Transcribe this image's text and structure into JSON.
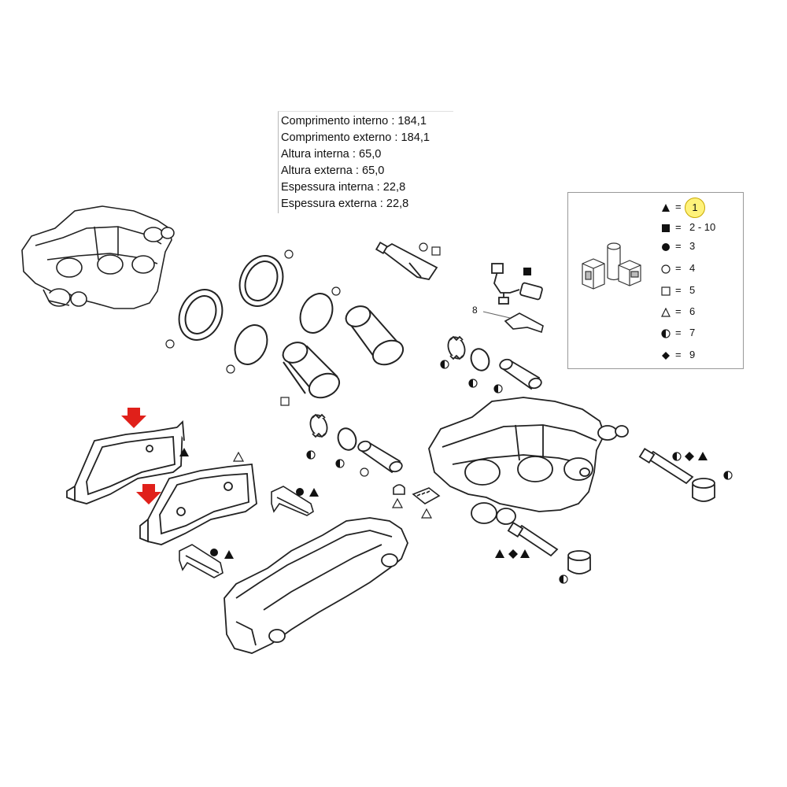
{
  "specs": {
    "lines": [
      "Comprimento interno : 184,1",
      "Comprimento externo : 184,1",
      "Altura interna : 65,0",
      "Altura externa : 65,0",
      "Espessura interna : 22,8",
      "Espessura externa : 22,8"
    ]
  },
  "legend": {
    "rows": [
      {
        "symbol": "filled-triangle",
        "eq": "=",
        "num": "1"
      },
      {
        "symbol": "filled-square",
        "eq": "=",
        "num": "2 - 10"
      },
      {
        "symbol": "filled-circle",
        "eq": "=",
        "num": "3"
      },
      {
        "symbol": "open-circle",
        "eq": "=",
        "num": "4"
      },
      {
        "symbol": "open-square",
        "eq": "=",
        "num": "5"
      },
      {
        "symbol": "open-triangle",
        "eq": "=",
        "num": "6"
      },
      {
        "symbol": "half-circle",
        "eq": "=",
        "num": "7"
      },
      {
        "symbol": "filled-diamond",
        "eq": "=",
        "num": "9"
      }
    ],
    "highlight_color": "#fff27a"
  },
  "callouts": {
    "eight": "8"
  },
  "colors": {
    "line": "#222222",
    "arrow": "#e0201a"
  }
}
